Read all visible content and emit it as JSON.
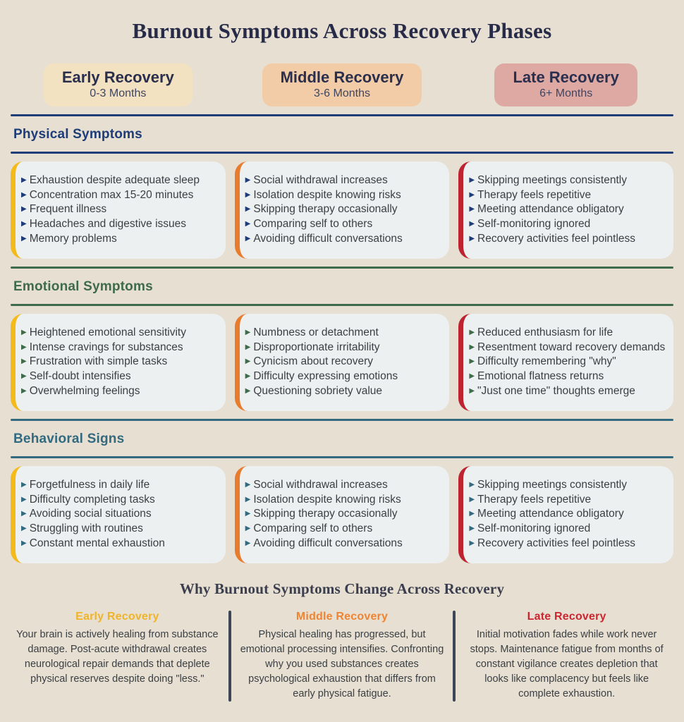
{
  "title": "Burnout Symptoms Across Recovery Phases",
  "phases": [
    {
      "label": "Early Recovery",
      "sublabel": "0-3 Months",
      "pill_bg": "#f3e2c1",
      "accent": "#f3ba1c"
    },
    {
      "label": "Middle Recovery",
      "sublabel": "3-6 Months",
      "pill_bg": "#f2cca6",
      "accent": "#e87c2e"
    },
    {
      "label": "Late Recovery",
      "sublabel": "6+ Months",
      "pill_bg": "#dfa9a3",
      "accent": "#bd242f"
    }
  ],
  "sections": [
    {
      "title": "Physical Symptoms",
      "color": "#1e3d78",
      "cards": [
        {
          "items": [
            "Exhaustion despite adequate sleep",
            "Concentration max 15-20 minutes",
            "Frequent illness",
            "Headaches and digestive issues",
            "Memory problems"
          ]
        },
        {
          "items": [
            "Social withdrawal increases",
            "Isolation despite knowing risks",
            "Skipping therapy occasionally",
            "Comparing self to others",
            "Avoiding difficult conversations"
          ]
        },
        {
          "items": [
            "Skipping meetings consistently",
            "Therapy feels repetitive",
            "Meeting attendance obligatory",
            "Self-monitoring ignored",
            "Recovery activities feel pointless"
          ]
        }
      ]
    },
    {
      "title": "Emotional Symptoms",
      "color": "#3e6b4a",
      "cards": [
        {
          "items": [
            "Heightened emotional sensitivity",
            "Intense cravings for substances",
            "Frustration with simple tasks",
            "Self-doubt intensifies",
            "Overwhelming feelings"
          ]
        },
        {
          "items": [
            "Numbness or detachment",
            "Disproportionate irritability",
            "Cynicism about recovery",
            "Difficulty expressing emotions",
            "Questioning sobriety value"
          ]
        },
        {
          "items": [
            "Reduced enthusiasm for life",
            "Resentment toward recovery demands",
            "Difficulty remembering \"why\"",
            "Emotional flatness returns",
            "\"Just one time\" thoughts emerge"
          ]
        }
      ]
    },
    {
      "title": "Behavioral Signs",
      "color": "#336a80",
      "cards": [
        {
          "items": [
            "Forgetfulness in daily life",
            "Difficulty completing tasks",
            "Avoiding social situations",
            "Struggling with routines",
            "Constant mental exhaustion"
          ]
        },
        {
          "items": [
            "Social withdrawal increases",
            "Isolation despite knowing risks",
            "Skipping therapy occasionally",
            "Comparing self to others",
            "Avoiding difficult conversations"
          ]
        },
        {
          "items": [
            "Skipping meetings consistently",
            "Therapy feels repetitive",
            "Meeting attendance obligatory",
            "Self-monitoring ignored",
            "Recovery activities feel pointless"
          ]
        }
      ]
    }
  ],
  "footer": {
    "title": "Why Burnout Symptoms Change Across Recovery",
    "columns": [
      {
        "heading": "Early Recovery",
        "color": "#f0b429",
        "text": "Your brain is actively healing from substance damage. Post-acute withdrawal creates neurological repair demands that deplete physical reserves despite doing \"less.\""
      },
      {
        "heading": "Middle Recovery",
        "color": "#ef8432",
        "text": "Physical healing has progressed, but emotional processing intensifies. Confronting why you used substances creates psychological exhaustion that differs from early physical fatigue."
      },
      {
        "heading": "Late Recovery",
        "color": "#cc2630",
        "text": "Initial motivation fades while work never stops. Maintenance fatigue from months of constant vigilance creates depletion that looks like complacency but feels like complete exhaustion."
      }
    ]
  },
  "icons": {
    "bullet": "▶"
  },
  "colors": {
    "page_bg": "#e7dfd1",
    "card_bg": "#edf0f0",
    "title_text": "#272b48",
    "body_text": "#3a3f44",
    "footer_divider": "#3d4756"
  }
}
